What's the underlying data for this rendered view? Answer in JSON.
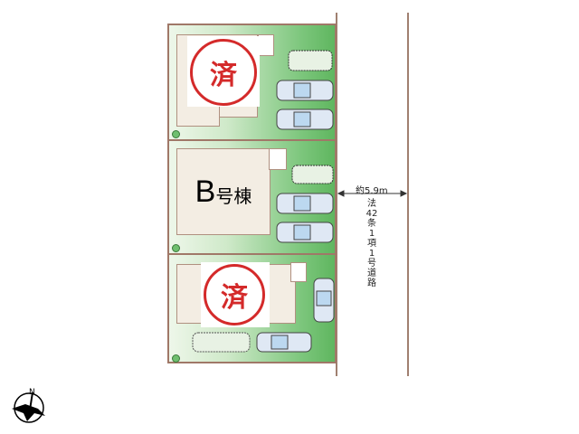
{
  "lots": [
    {
      "label": "済",
      "status": "sold"
    },
    {
      "label_letter": "B",
      "label_suffix": "号棟",
      "status": "available"
    },
    {
      "label": "済",
      "status": "sold"
    }
  ],
  "road": {
    "width_label": "約5.9m",
    "type_label": "法42条1項1号道路"
  },
  "compass": {
    "north_label": "N"
  },
  "colors": {
    "sold_stamp": "#d42a2a",
    "lot_border": "#a07868",
    "green": "#5fb65f"
  }
}
